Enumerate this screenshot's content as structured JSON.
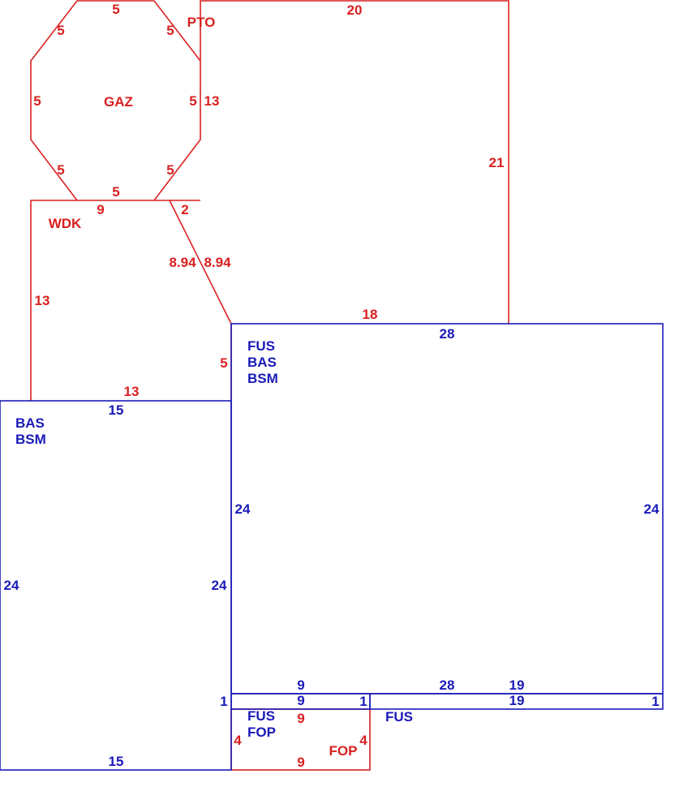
{
  "colors": {
    "red": "#d92020",
    "blue": "#1a1ab8"
  },
  "areas": {
    "gaz": "GAZ",
    "pto": "PTO",
    "wdk": "WDK",
    "fus_bas_bsm": [
      "FUS",
      "BAS",
      "BSM"
    ],
    "bas_bsm": [
      "BAS",
      "BSM"
    ],
    "fus_fop": [
      "FUS",
      "FOP"
    ],
    "fop": "FOP",
    "fus": "FUS"
  },
  "dims": {
    "gaz": {
      "top": "5",
      "top_left": "5",
      "top_right": "5",
      "left": "5",
      "right": "5",
      "bottom_left": "5",
      "bottom_right": "5",
      "bottom": "5"
    },
    "pto": {
      "top": "20",
      "left": "13",
      "right": "21",
      "bottom": "18",
      "inner_bottom": "2",
      "diag_left": "8.94",
      "diag_right": "8.94",
      "step": "5"
    },
    "wdk": {
      "top": "9",
      "left": "13",
      "bottom": "13"
    },
    "main": {
      "top": "28",
      "left": "24",
      "right": "24",
      "bottom": "28",
      "bottom_left_a": "9",
      "bottom_right_a": "19"
    },
    "strip": {
      "left_top": "9",
      "left_bottom": "1",
      "right_top": "19",
      "right_bottom": "1",
      "far_left": "1"
    },
    "left_block": {
      "top": "15",
      "left": "24",
      "right": "24",
      "bottom": "15"
    },
    "fop": {
      "top": "9",
      "left": "4",
      "right": "4",
      "bottom": "9"
    }
  }
}
